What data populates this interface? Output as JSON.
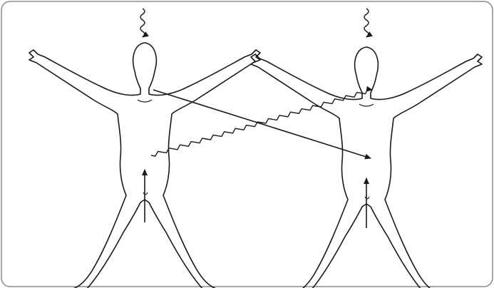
{
  "figures": [
    {
      "id": "left",
      "description_key": "standing-figure"
    },
    {
      "id": "right",
      "description_key": "standing-figure"
    }
  ],
  "colors": {
    "ink": "#1a1a1a",
    "frame": "#8a8a8a",
    "background": "#ffffff"
  },
  "arrows": [
    {
      "from": "left-chest",
      "to": "right-pelvis",
      "style": "straight"
    },
    {
      "from": "left-pelvis",
      "to": "right-chest",
      "style": "wavy"
    },
    {
      "from": "above-left-head",
      "to": "left-head-top",
      "style": "wavy"
    },
    {
      "from": "above-right-head",
      "to": "right-head-top",
      "style": "wavy"
    },
    {
      "from": "below-left-pelvis",
      "to": "left-perineum",
      "style": "straight"
    },
    {
      "from": "below-right-pelvis",
      "to": "right-perineum",
      "style": "straight"
    }
  ]
}
